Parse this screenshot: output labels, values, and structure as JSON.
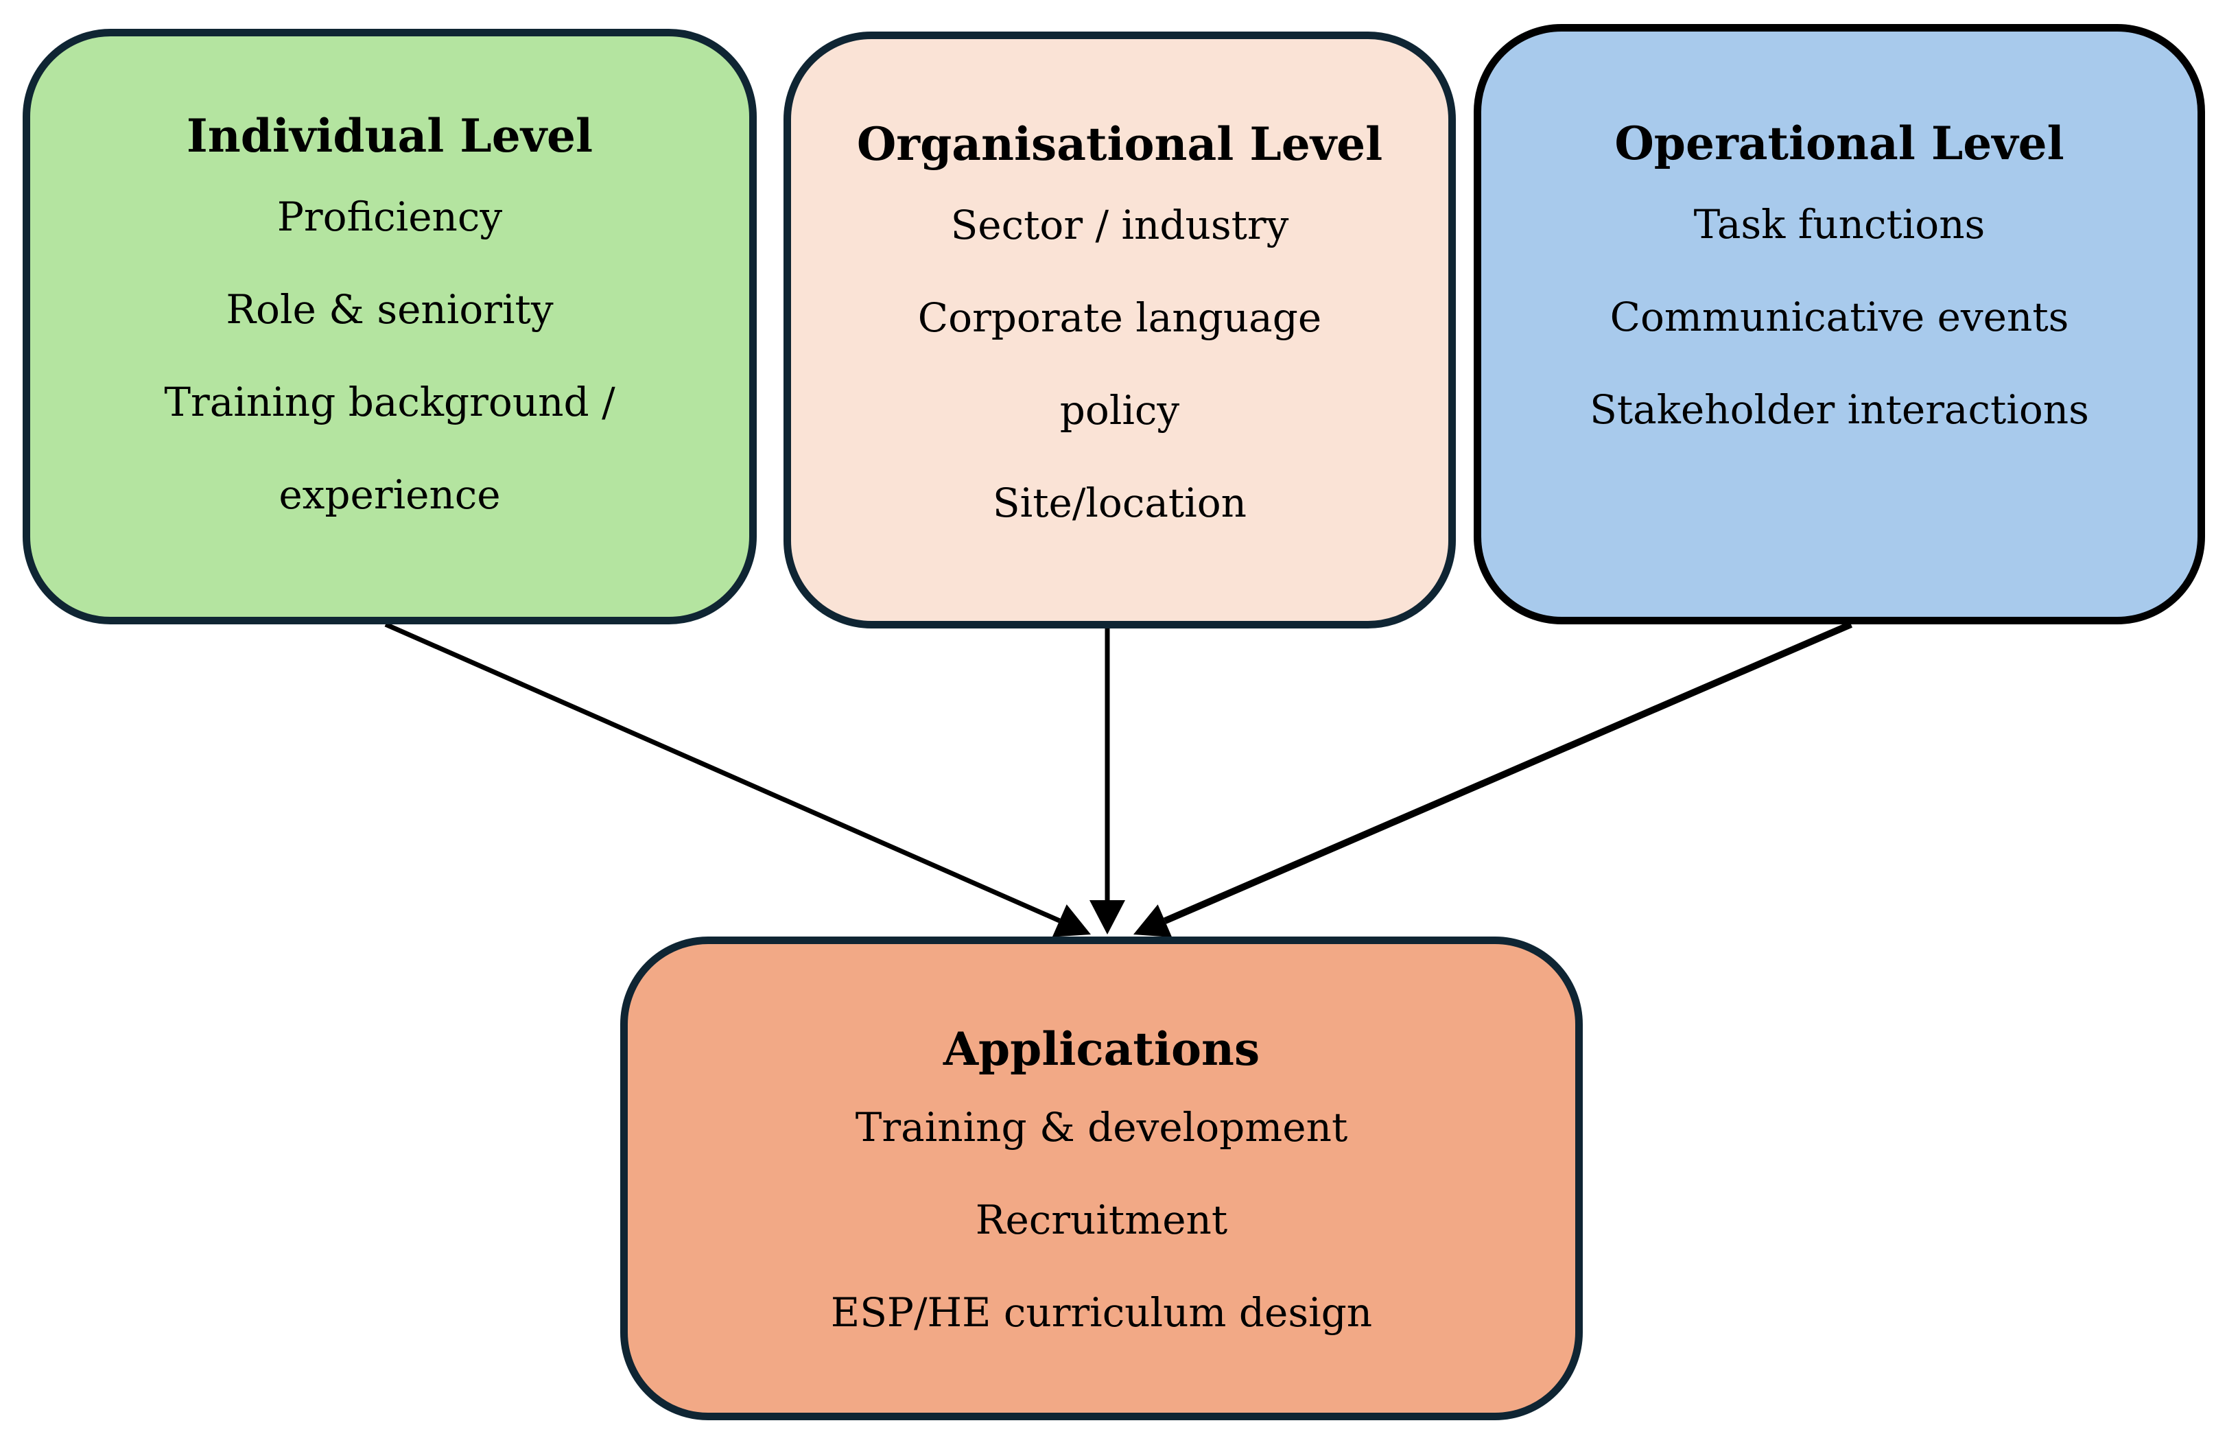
{
  "colors": {
    "individual_fill": "#b4e4a0",
    "organisational_fill": "#fae3d6",
    "operational_fill": "#a8caec",
    "applications_fill": "#f2a986",
    "border": "#0f2533",
    "arrow": "#000000"
  },
  "boxes": {
    "individual": {
      "title": "Individual Level",
      "items": [
        "Proficiency",
        "Role & seniority",
        "Training background /",
        "experience"
      ]
    },
    "organisational": {
      "title": "Organisational Level",
      "items": [
        "Sector / industry",
        "Corporate language",
        "policy",
        "Site/location"
      ]
    },
    "operational": {
      "title": "Operational Level",
      "items": [
        "Task functions",
        "Communicative events",
        "Stakeholder interactions"
      ]
    },
    "applications": {
      "title": "Applications",
      "items": [
        "Training & development",
        "Recruitment",
        "ESP/HE curriculum design"
      ]
    }
  },
  "arrows": [
    {
      "from": "individual",
      "to": "applications"
    },
    {
      "from": "organisational",
      "to": "applications"
    },
    {
      "from": "operational",
      "to": "applications"
    }
  ]
}
